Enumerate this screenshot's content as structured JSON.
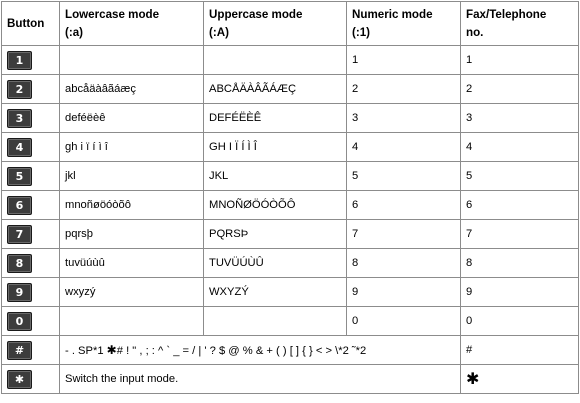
{
  "headers": [
    {
      "line1": "Button",
      "line2": ""
    },
    {
      "line1": "Lowercase mode",
      "line2": "(:a)"
    },
    {
      "line1": "Uppercase mode",
      "line2": "(:A)"
    },
    {
      "line1": "Numeric mode",
      "line2": "(:1)"
    },
    {
      "line1": "Fax/Telephone",
      "line2": "no."
    }
  ],
  "rows": [
    {
      "key": "1",
      "lower": "",
      "upper": "",
      "numeric": "1",
      "fax": "1"
    },
    {
      "key": "2",
      "lower": "abcåäàâãáæç",
      "upper": "ABCÅÄÀÂÃÁÆÇ",
      "numeric": "2",
      "fax": "2"
    },
    {
      "key": "3",
      "lower": "deféëèê",
      "upper": "DEFÉËÈÊ",
      "numeric": "3",
      "fax": "3"
    },
    {
      "key": "4",
      "lower": "gh i ï í ì î",
      "upper": "GH I Ï Í Ì Î",
      "numeric": "4",
      "fax": "4"
    },
    {
      "key": "5",
      "lower": "jkl",
      "upper": "JKL",
      "numeric": "5",
      "fax": "5"
    },
    {
      "key": "6",
      "lower": "mnoñøöóòõô",
      "upper": "MNOÑØÖÓÒÕÔ",
      "numeric": "6",
      "fax": "6"
    },
    {
      "key": "7",
      "lower": "pqrsþ",
      "upper": "PQRSÞ",
      "numeric": "7",
      "fax": "7"
    },
    {
      "key": "8",
      "lower": "tuvüúùû",
      "upper": "TUVÜÚÙÛ",
      "numeric": "8",
      "fax": "8"
    },
    {
      "key": "9",
      "lower": "wxyzý",
      "upper": "WXYZÝ",
      "numeric": "9",
      "fax": "9"
    },
    {
      "key": "0",
      "lower": "",
      "upper": "",
      "numeric": "0",
      "fax": "0"
    }
  ],
  "hash_row": {
    "key": "#",
    "symbols_before_star": "- . SP*1 ",
    "star": "✱",
    "symbols_after_star": "# ! \" , ; : ^ ` _ = / | ' ? $ @ % & + ( ) [ ] { } < > \\*2 ˜*2",
    "fax": "#"
  },
  "star_row": {
    "key": "✱",
    "description": "Switch the input mode.",
    "fax": "✱"
  }
}
